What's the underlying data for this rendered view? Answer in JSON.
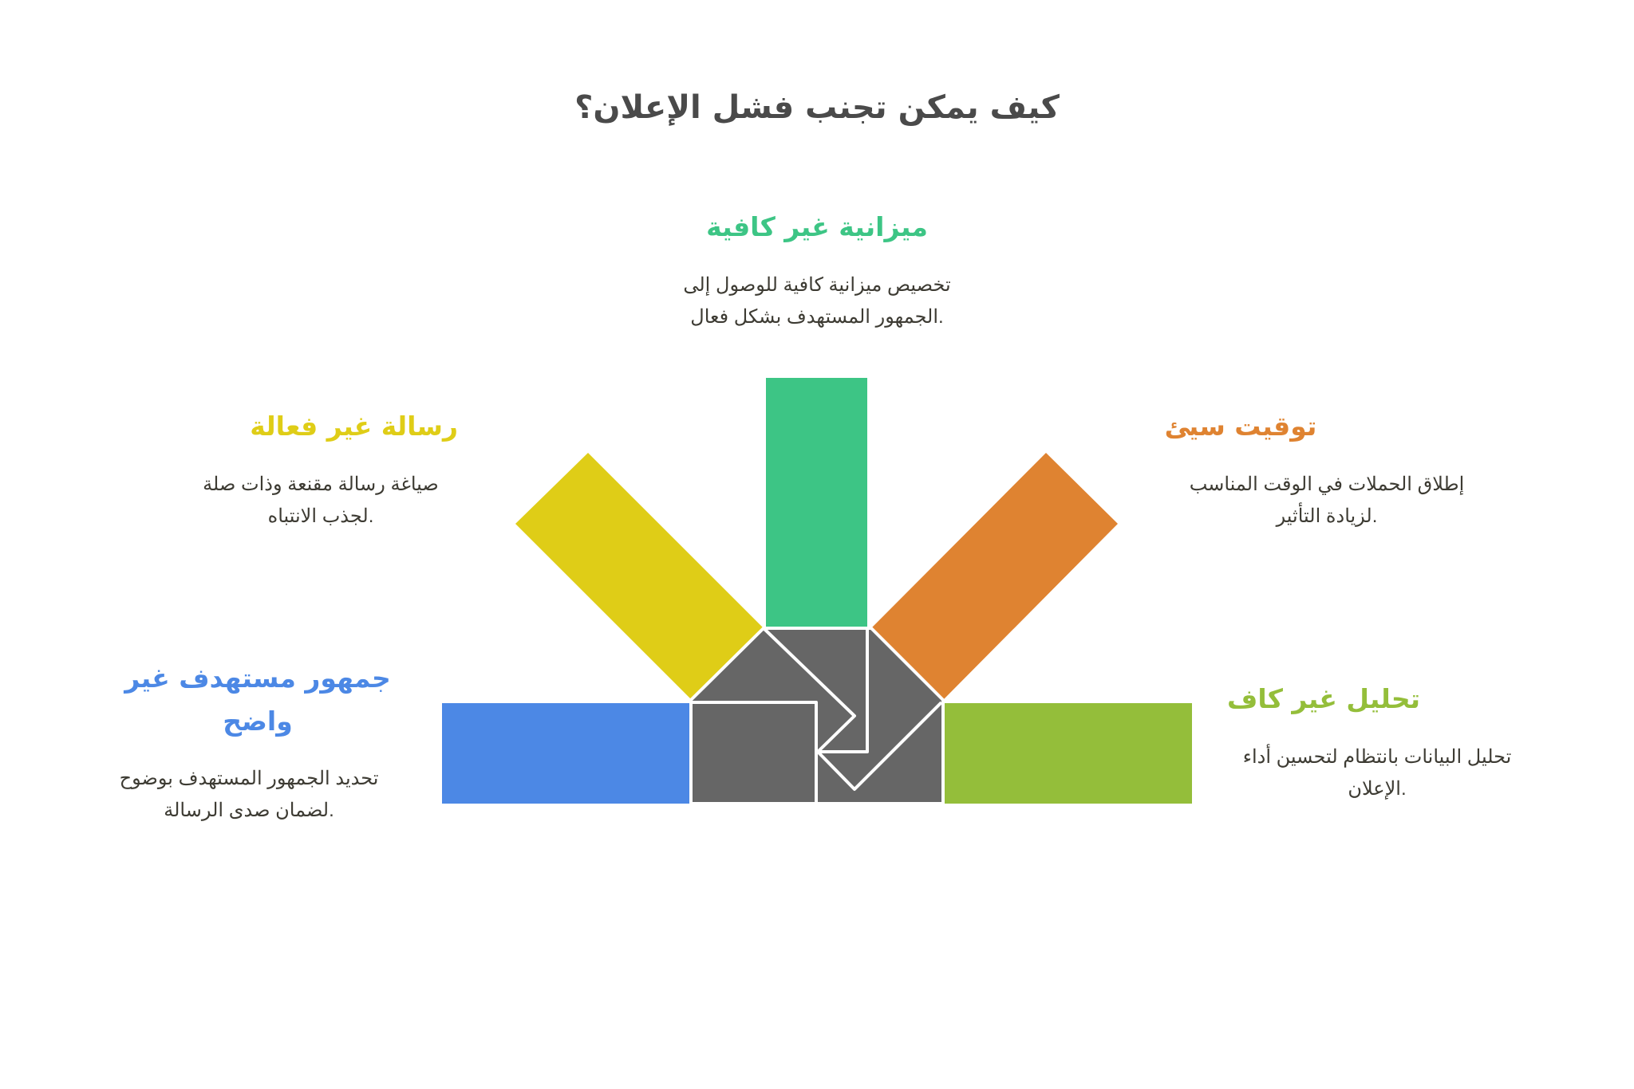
{
  "title": "كيف يمكن تجنب فشل الإعلان؟",
  "colors": {
    "budget": "#3dc585",
    "message": "#dfcd17",
    "timing": "#df8331",
    "audience": "#4c88e5",
    "analysis": "#94be3a",
    "center": "#666666"
  },
  "items": {
    "budget": {
      "heading": "ميزانية غير كافية",
      "desc_line1": "تخصيص ميزانية كافية للوصول إلى",
      "desc_line2": "الجمهور المستهدف بشكل فعال."
    },
    "message": {
      "heading": "رسالة غير فعالة",
      "desc_line1": "صياغة رسالة مقنعة وذات صلة",
      "desc_line2": "لجذب الانتباه."
    },
    "timing": {
      "heading": "توقيت سيئ",
      "desc_line1": "إطلاق الحملات في الوقت المناسب",
      "desc_line2": "لزيادة التأثير."
    },
    "audience": {
      "heading_line1": "جمهور مستهدف غير",
      "heading_line2": "واضح",
      "desc_line1": "تحديد الجمهور المستهدف بوضوح",
      "desc_line2": "لضمان صدى الرسالة."
    },
    "analysis": {
      "heading": "تحليل غير كاف",
      "desc_line1": "تحليل البيانات بانتظام لتحسين أداء",
      "desc_line2": "الإعلان."
    }
  }
}
